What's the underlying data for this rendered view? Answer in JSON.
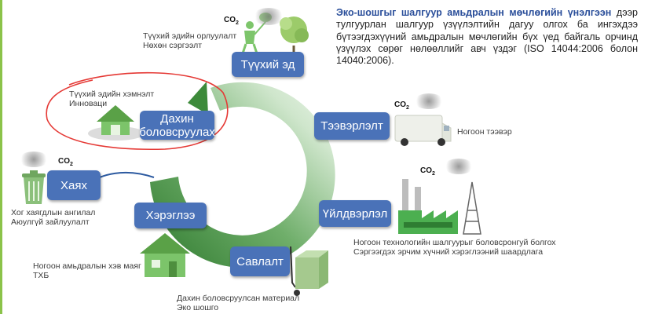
{
  "description": {
    "highlight": "Эко-шошгыг шалгуур амьдралын мөчлөгийн үнэлгээн",
    "rest": " дээр тулгуурлан шалгуур үзүүлэлтийн дагуу олгох ба ингэхдээ бүтээгдэхүүний амьдралын мөчлөгийн бүх үед байгаль орчинд үзүүлэх сөрөг нөлөөллийг авч үздэг (ISO 14044:2006 болон 14040:2006)."
  },
  "co2_label": "CO",
  "co2_sub": "2",
  "stages": [
    {
      "label": "Түүхий эд",
      "caption": [
        "Түүхий эдийн орлуулалт",
        "Нөхөн сэргээлт"
      ]
    },
    {
      "label": "Тээвэрлэлт",
      "caption": [
        "Ногоон тээвэр"
      ]
    },
    {
      "label": "Үйлдвэрлэл",
      "caption": [
        "Ногоон технологийн шалгуурыг боловсронгуй болгох",
        "Сэргээгдэх эрчим хүчний хэрэглээний шаардлага"
      ]
    },
    {
      "label": "Савлалт",
      "caption": [
        "Дахин боловсруулсан материал",
        "Эко шошго"
      ]
    },
    {
      "label": "Хэрэглээ",
      "caption": [
        "Ногоон амьдралын хэв маяг",
        "ТХБ"
      ]
    },
    {
      "label": "Хаях",
      "caption": [
        "Хог хаягдлын ангилал",
        "Аюулгүй зайлуулалт"
      ]
    },
    {
      "label": "Дахин боловсруулах",
      "caption": [
        "Түүхий эдийн хэмнэлт",
        "Инноваци"
      ]
    }
  ],
  "colors": {
    "box": "#4a72b8",
    "cycle_dark": "#2f7a2f",
    "cycle_light": "#dfeedd",
    "highlight_circle": "#e53935",
    "title": "#2a4e9a"
  }
}
